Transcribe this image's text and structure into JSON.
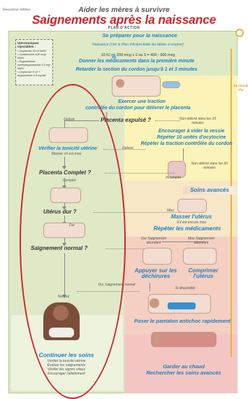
{
  "header": {
    "edition": "Deuxième édition",
    "supertitle": "Aider les mères à survivre",
    "title": "Saignements après la naissance",
    "subtitle": "PLAN D'ACTION"
  },
  "timeline": {
    "minute_label": "1e minute d'or"
  },
  "meds": {
    "title": "Utérotoniques injectables :",
    "items": [
      "Oxytocine 10 UI IM/IV",
      "Carbétocine 100 mcg IM/IV",
      "Ergométrine/ méthylergométrine 0,2 mg IM/IV",
      "Oxytocine 5 UI + ergométrine 0,5 mg IM"
    ]
  },
  "steps": {
    "prepare": "Se préparer pour la naissance",
    "prepare_note": "Naissance (Voir le Plan d'Action Aider les bébés à respirer)",
    "dose": "10 IU ou 200 mcg x 2 ou 3 = 400 - 600 mcg",
    "give_meds": "Donner les médicaments dans la première minute",
    "cord": "Retarder la section du cordon jusqu'à 1 et 3 minutes",
    "traction_1": "Exercer une traction",
    "traction_2": "contrôlée du cordon pour délivrer le placenta",
    "placenta_expelled": "Placenta expulsé ?",
    "not_delivered_30": "Non délivré dans les 30 minutes",
    "bladder": "Encourager à vider la vessie",
    "repeat_oxy": "Répéter 10 unités d'ocytocine",
    "repeat_traction": "Répéter la traction contrôlée du cordon",
    "delivered": "Délivré",
    "check_tone": "Vérifier la tonicité utérine",
    "massage_if_soft": "Masser s'il est mou",
    "delivered_2": "Délivré",
    "not_delivered_60": "Non délivré dans les 60 minutes",
    "placenta_complete": "Placenta Complet ?",
    "incomplete": "Incomplet",
    "advanced_care": "Soins avancés",
    "complete": "Complet",
    "uterus_hard": "Utérus dur ?",
    "soft": "Mou",
    "massage_uterus": "Masser l'utérus",
    "massage_note": "S'il est encore mou",
    "repeat_meds": "Répéter les médicaments",
    "hard": "Dur",
    "bleeding_normal": "Saignement normal ?",
    "hard_heavy": "Dur Saignement abondant",
    "soft_heavy": "Mou Saignement abondant",
    "press_tears": "Appuyer sur les déchirures",
    "compress_uterus": "Comprimer l'utérus",
    "if_available": "Si disponible",
    "normal": "Normal",
    "hard_normal": "Dur Saignement normal",
    "anti_shock": "Poser le pantalon antichoc rapidement",
    "continue_care": "Continuer les soins",
    "continue_list": [
      "Vérifier la tonicité utérine",
      "Évaluer les saignements",
      "Vérifier les signes vitaux",
      "Encourager l'allaitement"
    ],
    "keep_warm": "Garder au chaud",
    "seek_advanced": "Rechercher les soins avancés"
  }
}
